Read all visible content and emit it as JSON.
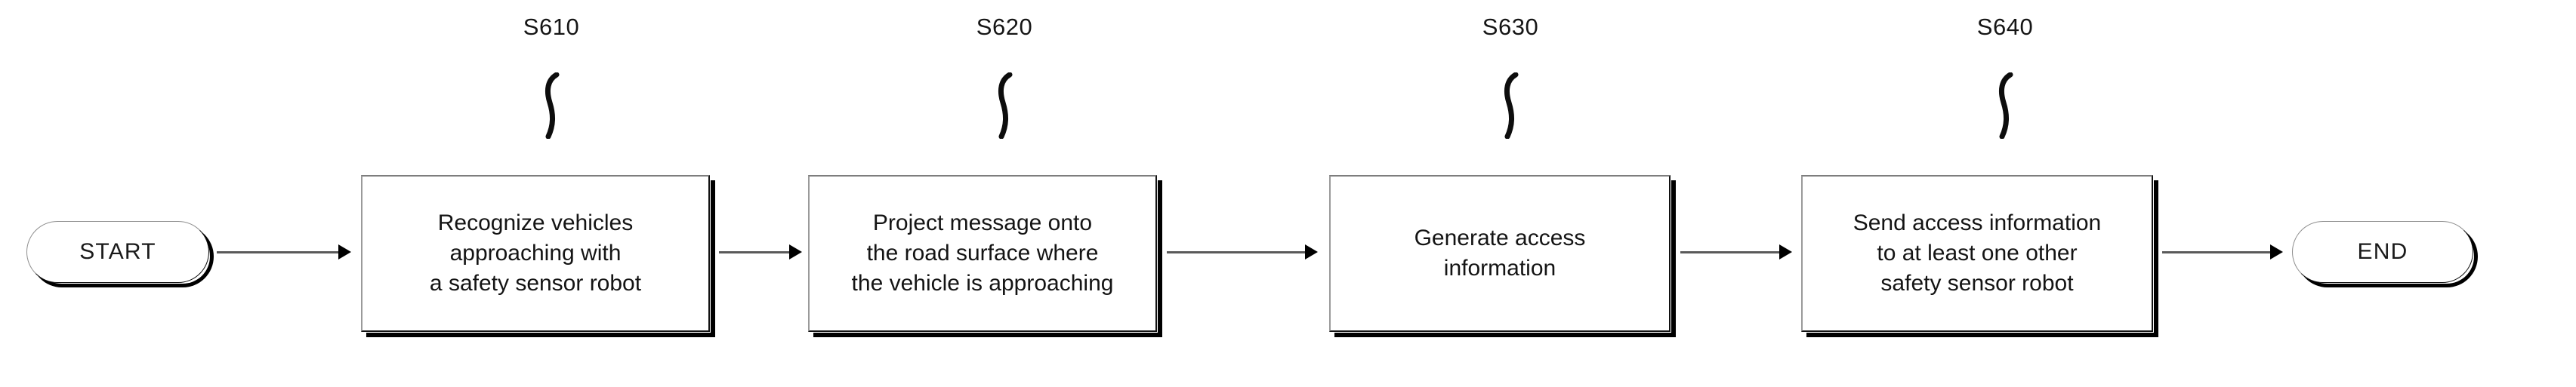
{
  "diagram": {
    "type": "flowchart",
    "orientation": "horizontal-left-to-right",
    "background_color": "#ffffff",
    "line_color": "#5a5a5a",
    "text_color": "#141414",
    "shadow_color": "#000000"
  },
  "start_terminator": {
    "label": "START",
    "shape": "rounded-pill"
  },
  "end_terminator": {
    "label": "END",
    "shape": "rounded-pill"
  },
  "steps": [
    {
      "ref": "S610",
      "text": "Recognize vehicles\napproaching with\na safety sensor robot",
      "lines": [
        "Recognize vehicles",
        "approaching with",
        "a safety sensor robot"
      ]
    },
    {
      "ref": "S620",
      "text": "Project message onto\nthe road surface where\nthe vehicle is approaching",
      "lines": [
        "Project message onto",
        "the road surface where",
        "the vehicle is approaching"
      ]
    },
    {
      "ref": "S630",
      "text": "Generate access\ninformation",
      "lines": [
        "Generate access",
        "information"
      ]
    },
    {
      "ref": "S640",
      "text": "Send access information\nto at least one other\nsafety sensor robot",
      "lines": [
        "Send access information",
        "to at least one other",
        "safety sensor robot"
      ]
    }
  ],
  "connectors": [
    {
      "from": "START",
      "to": "S610",
      "marker": "arrowhead"
    },
    {
      "from": "S610",
      "to": "S620",
      "marker": "arrowhead"
    },
    {
      "from": "S620",
      "to": "S630",
      "marker": "arrowhead"
    },
    {
      "from": "S630",
      "to": "S640",
      "marker": "arrowhead"
    },
    {
      "from": "S640",
      "to": "END",
      "marker": "arrowhead"
    }
  ],
  "leader_marks": {
    "icon": "squiggle-leader-icon",
    "shape": "s-curve",
    "count": 4
  }
}
